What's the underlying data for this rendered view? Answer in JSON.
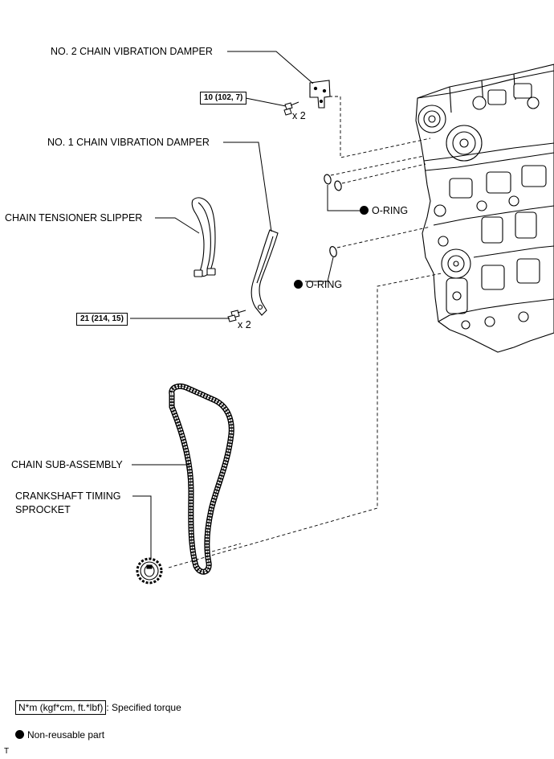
{
  "labels": {
    "no2_damper": "NO. 2 CHAIN VIBRATION DAMPER",
    "no1_damper": "NO. 1 CHAIN VIBRATION DAMPER",
    "slipper": "CHAIN TENSIONER SLIPPER",
    "o_ring_upper": "O-RING",
    "o_ring_lower": "O-RING",
    "chain": "CHAIN SUB-ASSEMBLY",
    "sprocket_line1": "CRANKSHAFT TIMING",
    "sprocket_line2": "SPROCKET"
  },
  "torques": {
    "no2_damper_bolt": "10 (102, 7)",
    "no1_damper_bolt": "21 (214, 15)"
  },
  "quantities": {
    "no2_damper_bolt": "x 2",
    "no1_damper_bolt": "x 2"
  },
  "legend": {
    "torque_units": "N*m (kgf*cm, ft.*lbf)",
    "torque_desc": ": Specified torque",
    "non_reusable": "Non-reusable part"
  },
  "corner_mark": "T",
  "icons": {
    "non_reusable": "filled-circle-icon"
  }
}
